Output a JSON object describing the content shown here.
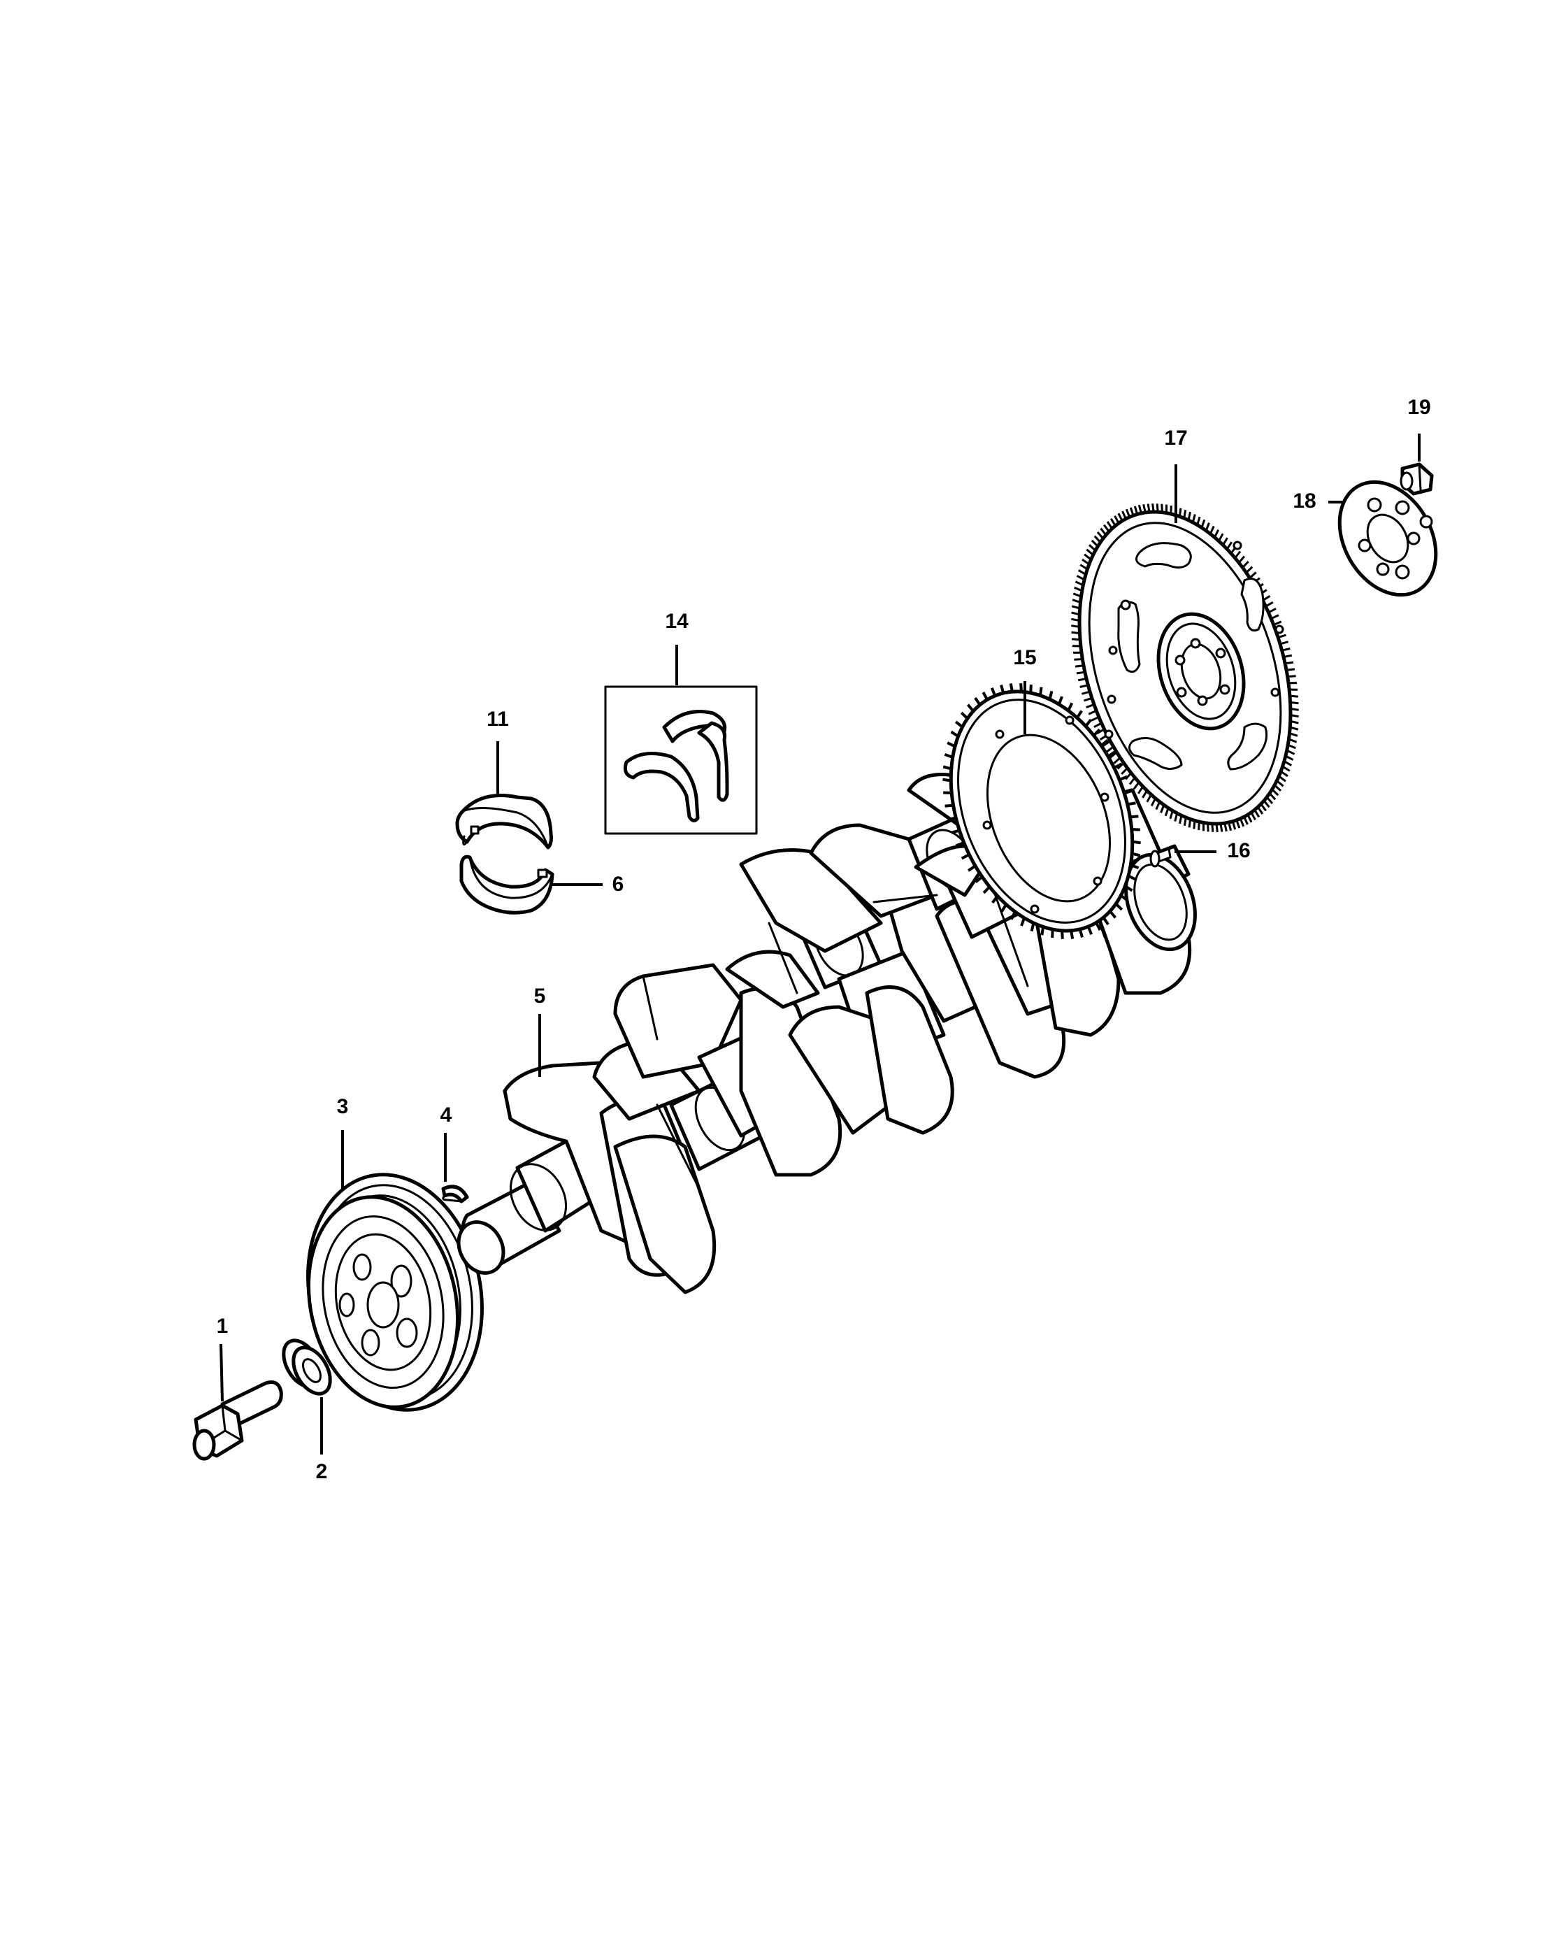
{
  "callouts": [
    {
      "id": "1",
      "label": "1"
    },
    {
      "id": "2",
      "label": "2"
    },
    {
      "id": "3",
      "label": "3"
    },
    {
      "id": "4",
      "label": "4"
    },
    {
      "id": "5",
      "label": "5"
    },
    {
      "id": "6",
      "label": "6"
    },
    {
      "id": "11",
      "label": "11"
    },
    {
      "id": "14",
      "label": "14"
    },
    {
      "id": "15",
      "label": "15"
    },
    {
      "id": "16",
      "label": "16"
    },
    {
      "id": "17",
      "label": "17"
    },
    {
      "id": "18",
      "label": "18"
    },
    {
      "id": "19",
      "label": "19"
    }
  ],
  "colors": {
    "line": "#000000",
    "background": "#ffffff"
  }
}
